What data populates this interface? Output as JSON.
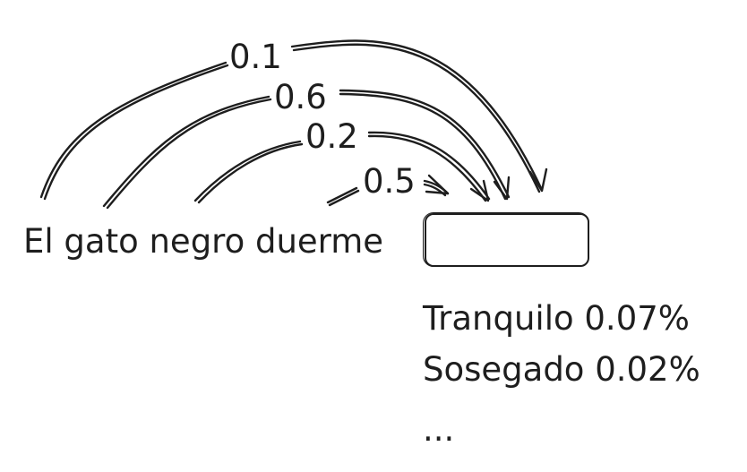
{
  "sentence": "El gato negro duerme",
  "blank": "",
  "attention_weights": [
    {
      "label": "0.1"
    },
    {
      "label": "0.6"
    },
    {
      "label": "0.2"
    },
    {
      "label": "0.5"
    }
  ],
  "candidates": [
    "Tranquilo 0.07%",
    "Sosegado 0.02%",
    "..."
  ]
}
